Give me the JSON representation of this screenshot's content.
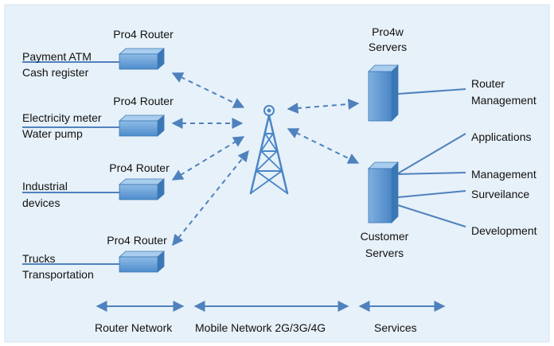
{
  "routers": [
    {
      "title": "Pro4 Router",
      "device_lines": [
        "Payment ATM",
        "Cash register"
      ]
    },
    {
      "title": "Pro4 Router",
      "device_lines": [
        "Electricity meter",
        "Water pump"
      ]
    },
    {
      "title": "Pro4 Router",
      "device_lines": [
        "Industrial",
        "devices"
      ]
    },
    {
      "title": "Pro4 Router",
      "device_lines": [
        "Trucks",
        "Transportation"
      ]
    }
  ],
  "pro4w_servers": {
    "lines": [
      "Pro4w",
      "Servers"
    ],
    "service": [
      "Router",
      "Management"
    ]
  },
  "customer_servers": {
    "lines": [
      "Customer",
      "Servers"
    ],
    "services": [
      "Applications",
      "Management",
      "Surveilance",
      "Development"
    ]
  },
  "bottom_labels": {
    "router_network": "Router Network",
    "mobile_network": "Mobile Network 2G/3G/4G",
    "services": "Services"
  },
  "colors": {
    "background": "#e7f1f9",
    "device": "#5b9bd5",
    "device_dark": "#3a78b5",
    "device_light": "#a9cdee",
    "arrow": "#4f81bd"
  }
}
